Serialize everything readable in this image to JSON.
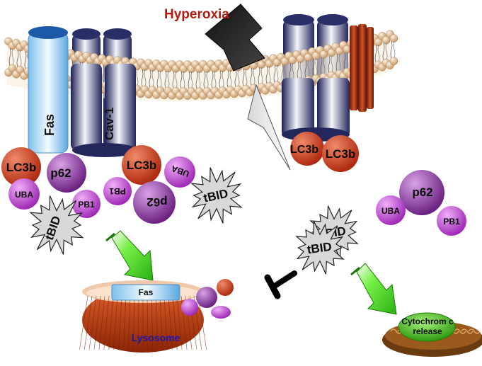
{
  "title": "Hyperoxia",
  "labels": {
    "fas": "Fas",
    "cav1": "Cav-1",
    "lc3b": "LC3b",
    "lc3b_partial": "LC3b",
    "p62": "p62",
    "uba": "UBA",
    "pb1": "PB1",
    "tbid": "tBID",
    "lysosome": "Lysosome",
    "cytochrome_line1": "Cytochrom c",
    "cytochrome_line2": "release"
  },
  "colors": {
    "title": "#b01c0e",
    "lc3b": "#c8381c",
    "p62": "#8a3aa0",
    "uba_pb1": "#c03cd8",
    "fas": "#9fd2f2",
    "cav1": "#2a2e66",
    "lysosome": "#c5410c",
    "lysosome_label": "#1a1aa8",
    "mitochondrion": "#3cb818",
    "arrow": "#3ce01c"
  }
}
